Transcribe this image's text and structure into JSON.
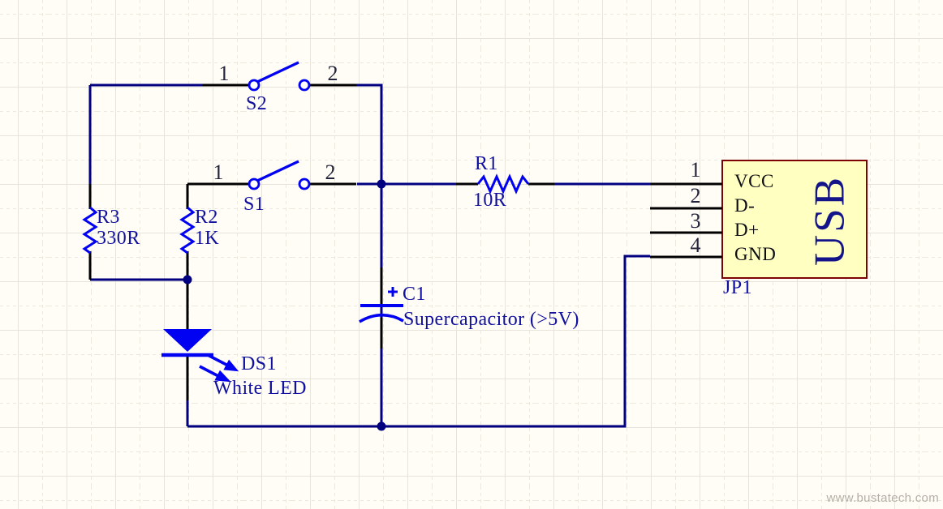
{
  "schematic": {
    "watermark": "www.bustatech.com",
    "components": {
      "r1": {
        "designator": "R1",
        "value": "10R",
        "type": "resistor"
      },
      "r2": {
        "designator": "R2",
        "value": "1K",
        "type": "resistor"
      },
      "r3": {
        "designator": "R3",
        "value": "330R",
        "type": "resistor"
      },
      "c1": {
        "designator": "C1",
        "value": "Supercapacitor (>5V)",
        "type": "polarized-capacitor",
        "polarity_mark": "+"
      },
      "ds1": {
        "designator": "DS1",
        "value": "White LED",
        "type": "led"
      },
      "s1": {
        "designator": "S1",
        "type": "switch",
        "pin_numbers": [
          "1",
          "2"
        ]
      },
      "s2": {
        "designator": "S2",
        "type": "switch",
        "pin_numbers": [
          "1",
          "2"
        ]
      },
      "jp1": {
        "designator": "JP1",
        "part_label": "USB",
        "type": "connector",
        "pins": [
          {
            "number": "1",
            "name": "VCC"
          },
          {
            "number": "2",
            "name": "D-"
          },
          {
            "number": "3",
            "name": "D+"
          },
          {
            "number": "4",
            "name": "GND"
          }
        ]
      }
    },
    "colors": {
      "background": "#FFFDF5",
      "grid_major": "#E7E4DB",
      "grid_minor": "#ECEADF",
      "wire": "#000080",
      "component_lead": "#000000",
      "symbol": "#0202F2",
      "label_text": "#10109E",
      "pin_number_text": "#23233A",
      "pin_name_text": "#0D0D14",
      "connector_fill": "#FFFFC2",
      "connector_border": "#7C0404",
      "part_label_text": "#14148A",
      "watermark_text": "#B5B0A7"
    }
  }
}
